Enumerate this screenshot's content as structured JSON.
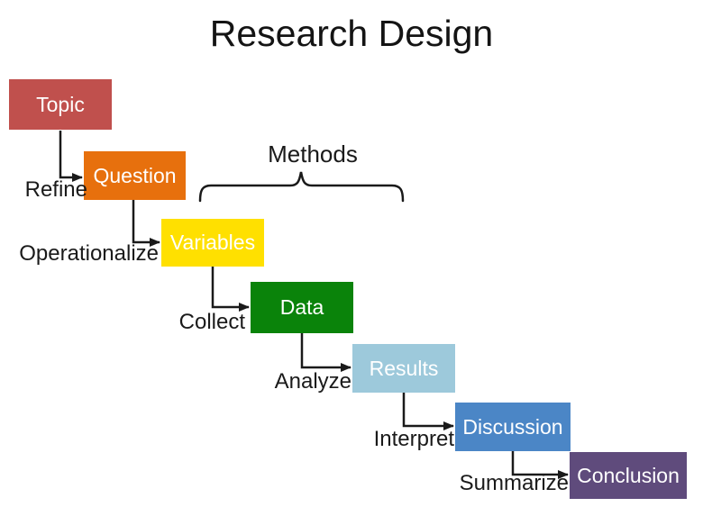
{
  "title": "Research Design",
  "methods": {
    "label": "Methods"
  },
  "colors": {
    "topic": "#c0504d",
    "question": "#e7700d",
    "variables": "#ffe000",
    "data": "#0a830a",
    "results": "#9dc9db",
    "discussion": "#4b86c6",
    "conclusion": "#5f4b7c",
    "box_text": "#ffffff",
    "ink": "#1a1a1a"
  },
  "steps": [
    {
      "id": "topic",
      "label": "Topic"
    },
    {
      "id": "question",
      "label": "Question"
    },
    {
      "id": "variables",
      "label": "Variables"
    },
    {
      "id": "data",
      "label": "Data"
    },
    {
      "id": "results",
      "label": "Results"
    },
    {
      "id": "discussion",
      "label": "Discussion"
    },
    {
      "id": "conclusion",
      "label": "Conclusion"
    }
  ],
  "transitions": [
    {
      "from": "Topic",
      "to": "Question",
      "label": "Refine"
    },
    {
      "from": "Question",
      "to": "Variables",
      "label": "Operationalize"
    },
    {
      "from": "Variables",
      "to": "Data",
      "label": "Collect"
    },
    {
      "from": "Data",
      "to": "Results",
      "label": "Analyze"
    },
    {
      "from": "Results",
      "to": "Discussion",
      "label": "Interpret"
    },
    {
      "from": "Discussion",
      "to": "Conclusion",
      "label": "Summarize"
    }
  ]
}
